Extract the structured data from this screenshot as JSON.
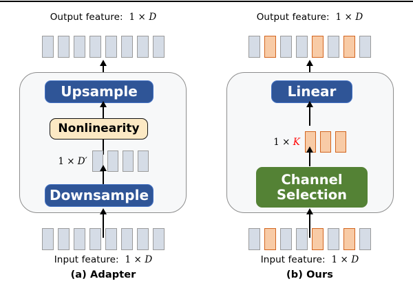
{
  "figure": {
    "top_rule": true,
    "panels": [
      {
        "id": "adapter",
        "caption": "(a) Adapter",
        "output_label": "Output feature:",
        "output_dim": "1 × D",
        "input_label": "Input feature:",
        "input_dim": "1 × D",
        "output_cells": [
          {
            "color": "gray"
          },
          {
            "color": "gray"
          },
          {
            "color": "gray"
          },
          {
            "color": "gray"
          },
          {
            "color": "gray"
          },
          {
            "color": "gray"
          },
          {
            "color": "gray"
          },
          {
            "color": "gray"
          }
        ],
        "input_cells": [
          {
            "color": "gray"
          },
          {
            "color": "gray"
          },
          {
            "color": "gray"
          },
          {
            "color": "gray"
          },
          {
            "color": "gray"
          },
          {
            "color": "gray"
          },
          {
            "color": "gray"
          },
          {
            "color": "gray"
          }
        ],
        "inner_label_prefix": "1 × ",
        "inner_label_symbol": "D′",
        "inner_cells": [
          {
            "color": "gray"
          },
          {
            "color": "gray"
          },
          {
            "color": "gray"
          },
          {
            "color": "gray"
          }
        ],
        "blocks": {
          "top": "Upsample",
          "middle": "Nonlinearity",
          "bottom": "Downsample"
        }
      },
      {
        "id": "ours",
        "caption": "(b) Ours",
        "output_label": "Output feature:",
        "output_dim": "1 × D",
        "input_label": "Input feature:",
        "input_dim": "1 × D",
        "output_cells": [
          {
            "color": "gray"
          },
          {
            "color": "orange"
          },
          {
            "color": "gray"
          },
          {
            "color": "gray"
          },
          {
            "color": "orange"
          },
          {
            "color": "gray"
          },
          {
            "color": "orange"
          },
          {
            "color": "gray"
          }
        ],
        "input_cells": [
          {
            "color": "gray"
          },
          {
            "color": "orange"
          },
          {
            "color": "gray"
          },
          {
            "color": "gray"
          },
          {
            "color": "orange"
          },
          {
            "color": "gray"
          },
          {
            "color": "orange"
          },
          {
            "color": "gray"
          }
        ],
        "inner_label_prefix": "1 × ",
        "inner_label_symbol": "K",
        "inner_cells": [
          {
            "color": "orange"
          },
          {
            "color": "orange"
          },
          {
            "color": "orange"
          }
        ],
        "blocks": {
          "top": "Linear",
          "bottom_line1": "Channel",
          "bottom_line2": "Selection"
        }
      }
    ]
  },
  "colors": {
    "blue_block": "#2f5597",
    "blue_block_border": "#4472c4",
    "green_block": "#548235",
    "cream_block": "#fce9c4",
    "cell_gray_fill": "#d5dce6",
    "cell_gray_border": "#9a9a9a",
    "cell_orange_fill": "#f8cba6",
    "cell_orange_border": "#d2641e",
    "module_box_fill": "#f7f8f9",
    "module_box_border": "#8c8c8c",
    "k_symbol": "#ff0000",
    "arrow": "#000000",
    "background": "#ffffff"
  }
}
